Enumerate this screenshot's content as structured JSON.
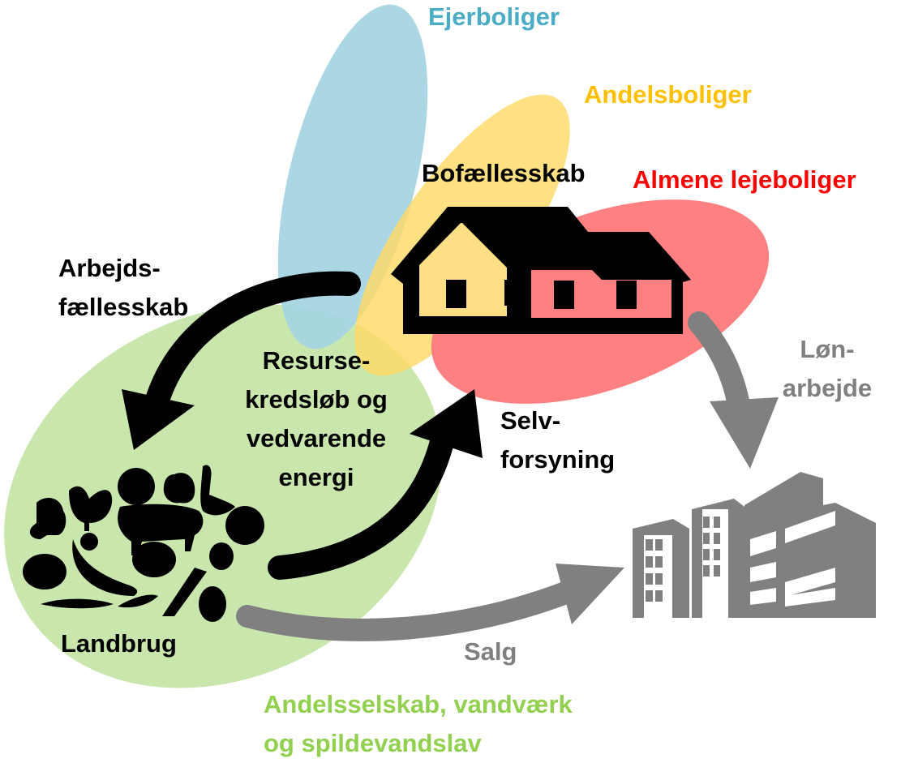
{
  "colors": {
    "ejer": "#4bacc6",
    "ejer_fill": "#a5d5e2",
    "andel": "#ffc000",
    "andel_fill": "#ffdf85",
    "almene": "#ff0000",
    "almene_fill": "#ff8080",
    "green": "#92d050",
    "green_fill": "#c9e7ad",
    "gray": "#808080",
    "black": "#000000"
  },
  "labels": {
    "ejerboliger": "Ejerboliger",
    "andelsboliger": "Andelsboliger",
    "bofaellesskab": "Bofællesskab",
    "almene": "Almene lejeboliger",
    "arbejds_1": "Arbejds-",
    "arbejds_2": "fællesskab",
    "resurse_1": "Resurse-",
    "resurse_2": "kredsløb og",
    "resurse_3": "vedvarende",
    "resurse_4": "energi",
    "selv_1": "Selv-",
    "selv_2": "forsyning",
    "lon_1": "Løn-",
    "lon_2": "arbejde",
    "landbrug": "Landbrug",
    "salg": "Salg",
    "andelsselskab_1": "Andelsselskab, vandværk",
    "andelsselskab_2": "og spildevandslav"
  },
  "icons": [
    "house-icon",
    "office-buildings-icon",
    "farm-produce-icon"
  ]
}
